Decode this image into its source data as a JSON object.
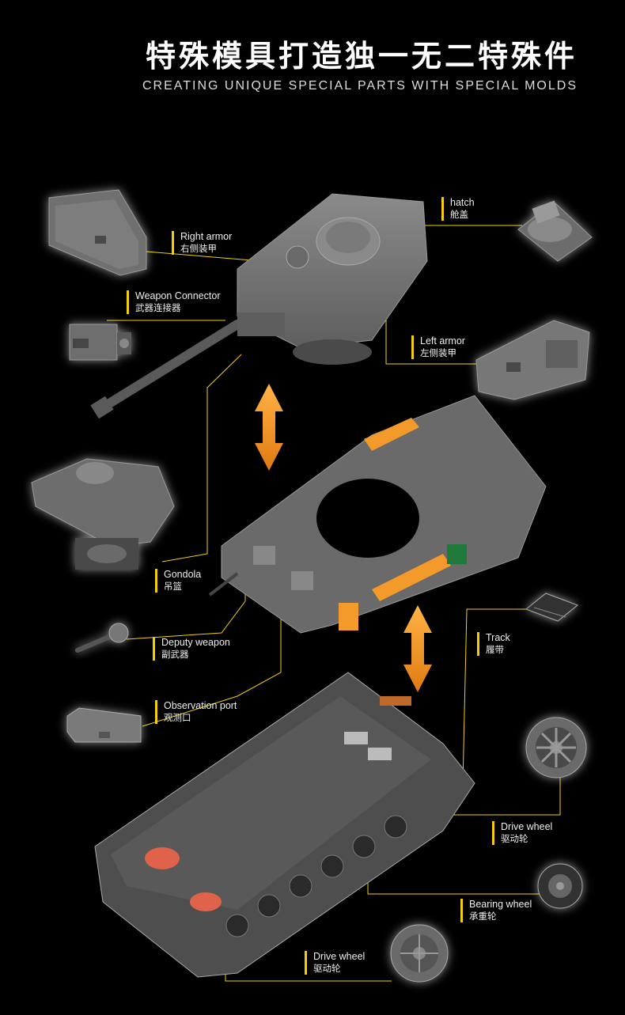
{
  "title": {
    "zh": "特殊模具打造独一无二特殊件",
    "en": "CREATING UNIQUE SPECIAL PARTS WITH SPECIAL MOLDS"
  },
  "colors": {
    "accent": "#f5d000",
    "orange": "#f39a2b",
    "part_gray": "#7a7a7a",
    "background": "#000000"
  },
  "labels": {
    "hatch": {
      "en": "hatch",
      "zh": "舱盖"
    },
    "right_armor": {
      "en": "Right armor",
      "zh": "右侧装甲"
    },
    "weapon_connector": {
      "en": "Weapon Connector",
      "zh": "武器连接器"
    },
    "left_armor": {
      "en": "Left armor",
      "zh": "左侧装甲"
    },
    "gondola": {
      "en": "Gondola",
      "zh": "吊篮"
    },
    "deputy_weapon": {
      "en": "Deputy weapon",
      "zh": "副武器"
    },
    "track": {
      "en": "Track",
      "zh": "履带"
    },
    "observation_port": {
      "en": "Observation port",
      "zh": "观测口"
    },
    "drive_wheel_right": {
      "en": "Drive wheel",
      "zh": "驱动轮"
    },
    "bearing_wheel": {
      "en": "Bearing wheel",
      "zh": "承重轮"
    },
    "drive_wheel_bottom": {
      "en": "Drive wheel",
      "zh": "驱动轮"
    }
  }
}
